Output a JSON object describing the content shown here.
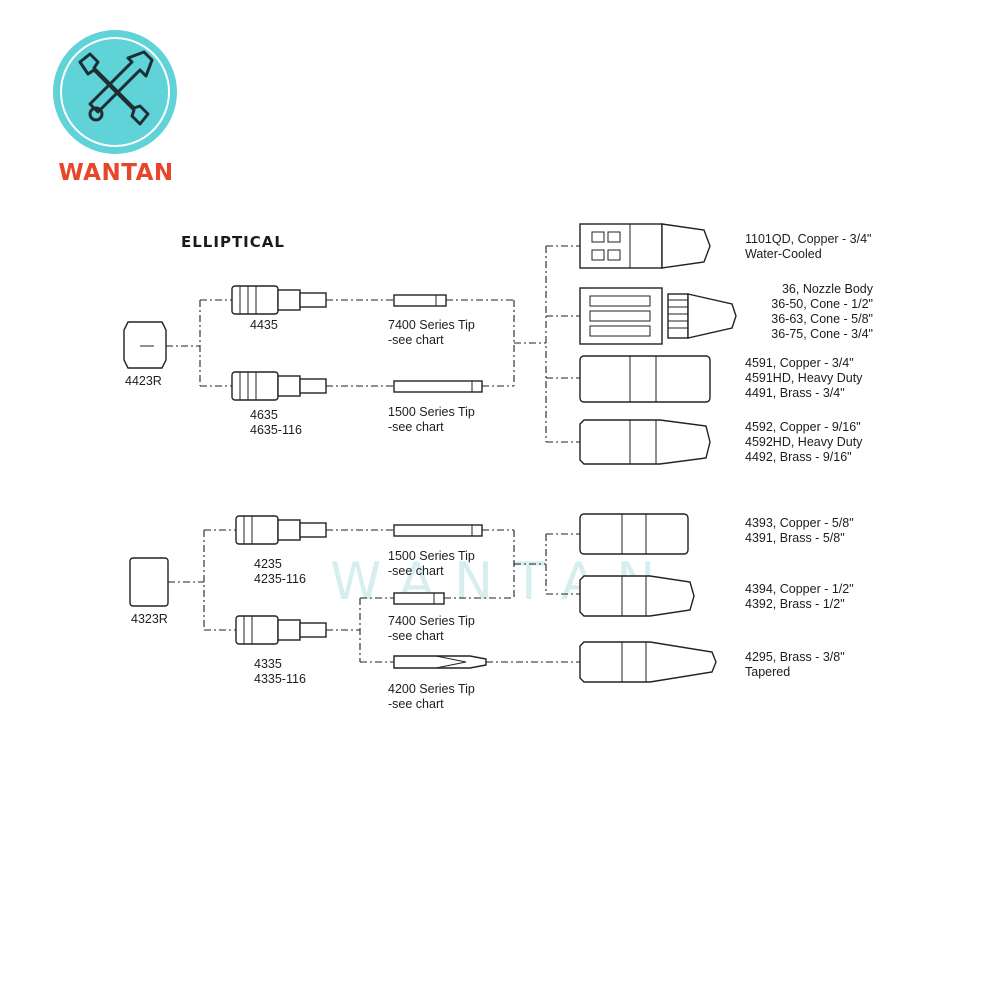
{
  "logo": {
    "text": "WANTAN",
    "icon": "wrench-hammer-icon",
    "bg_color": "#5fd3d8",
    "text_color": "#e8452a"
  },
  "watermark": "WANTAN",
  "diagram": {
    "section_title": "ELLIPTICAL",
    "parts": {
      "p4423r": "4423R",
      "p4435": "4435",
      "p4635": "4635\n4635-116",
      "tip7400_a": "7400 Series Tip\n-see chart",
      "tip1500_a": "1500 Series Tip\n-see chart",
      "n1101qd": "1101QD, Copper - 3/4\"\nWater-Cooled",
      "n36": "36, Nozzle Body\n36-50, Cone - 1/2\"\n36-63, Cone - 5/8\"\n36-75, Cone - 3/4\"",
      "n4591": "4591, Copper - 3/4\"\n4591HD, Heavy Duty\n4491, Brass - 3/4\"",
      "n4592": "4592, Copper - 9/16\"\n4592HD, Heavy Duty\n4492, Brass - 9/16\"",
      "p4323r": "4323R",
      "p4235": "4235\n4235-116",
      "p4335": "4335\n4335-116",
      "tip1500_b": "1500 Series Tip\n-see chart",
      "tip7400_b": "7400 Series Tip\n-see chart",
      "tip4200": "4200 Series Tip\n-see chart",
      "n4393": "4393, Copper - 5/8\"\n4391, Brass - 5/8\"",
      "n4394": "4394, Copper - 1/2\"\n4392, Brass - 1/2\"",
      "n4295": "4295, Brass - 3/8\"\nTapered"
    }
  }
}
